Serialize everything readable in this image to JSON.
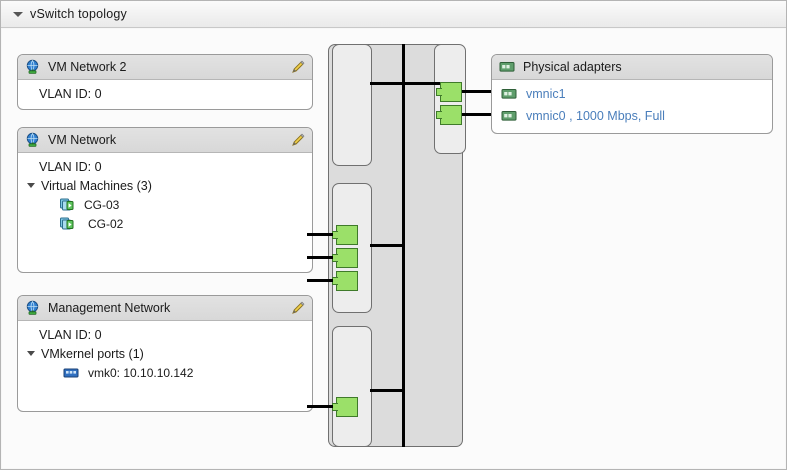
{
  "panel": {
    "title": "vSwitch topology",
    "collapse_icon": "caret-down-icon"
  },
  "networks": [
    {
      "id": "vm-network-2",
      "icon": "network-globe-icon",
      "name": "VM Network 2",
      "edit_icon": "pencil-icon",
      "vlan_label": "VLAN ID: 0",
      "group": null,
      "children": []
    },
    {
      "id": "vm-network",
      "icon": "network-globe-icon",
      "name": "VM Network",
      "edit_icon": "pencil-icon",
      "vlan_label": "VLAN ID: 0",
      "group": "Virtual Machines (3)",
      "children": [
        {
          "icon": "virtual-machine-icon",
          "label": "CG-03"
        },
        {
          "icon": "virtual-machine-icon",
          "label": "CG-02"
        }
      ]
    },
    {
      "id": "management-network",
      "icon": "network-globe-icon",
      "name": "Management Network",
      "edit_icon": "pencil-icon",
      "vlan_label": "VLAN ID: 0",
      "group": "VMkernel ports (1)",
      "children": [
        {
          "icon": "vmkernel-adapter-icon",
          "label": "vmk0: 10.10.10.142"
        }
      ]
    }
  ],
  "physical_adapters": {
    "icon": "physical-nic-icon",
    "title": "Physical adapters",
    "items": [
      {
        "icon": "physical-nic-icon",
        "label": "vmnic1"
      },
      {
        "icon": "physical-nic-icon",
        "label": "vmnic0 , 1000 Mbps, Full"
      }
    ]
  },
  "switch": {
    "port_icon": "green-port-icon",
    "left_port_count": 4,
    "right_port_count": 2
  },
  "colors": {
    "link": "#4a7ebb",
    "port_fill": "#9be069",
    "port_border": "#3f7a2a",
    "panel_bg": "#fbfbfb",
    "header_bg": "#e0e0e0",
    "switch_outer": "#dcdcdc",
    "switch_inner": "#ededed"
  }
}
